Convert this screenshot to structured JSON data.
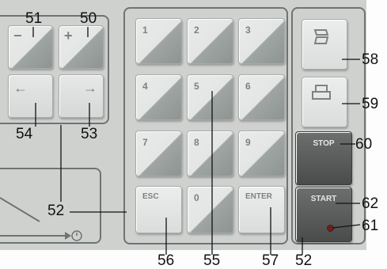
{
  "keypad": {
    "k1": "1",
    "k2": "2",
    "k3": "3",
    "k4": "4",
    "k5": "5",
    "k6": "6",
    "k7": "7",
    "k8": "8",
    "k9": "9",
    "esc": "ESC",
    "k0": "0",
    "enter": "ENTER"
  },
  "left_keys": {
    "minus": "−",
    "plus": "+",
    "left_arrow": "←",
    "right_arrow": "→"
  },
  "side_keys": {
    "stop": "STOP",
    "start": "START"
  },
  "callouts": {
    "c51": "51",
    "c50": "50",
    "c54": "54",
    "c53": "53",
    "c52_left": "52",
    "c56": "56",
    "c55": "55",
    "c57": "57",
    "c52_bottom": "52",
    "c58": "58",
    "c59": "59",
    "c60": "60",
    "c62": "62",
    "c61": "61"
  },
  "icons": {
    "feed": "paper-feed-icon",
    "print": "print-icon",
    "timer": "timer-icon"
  },
  "colors": {
    "panel": "#cfd1cf",
    "key_light": "#e6e8e7",
    "key_shade": "#8e9492",
    "dark_key": "#4a4c4b",
    "led": "#7a1c18"
  }
}
